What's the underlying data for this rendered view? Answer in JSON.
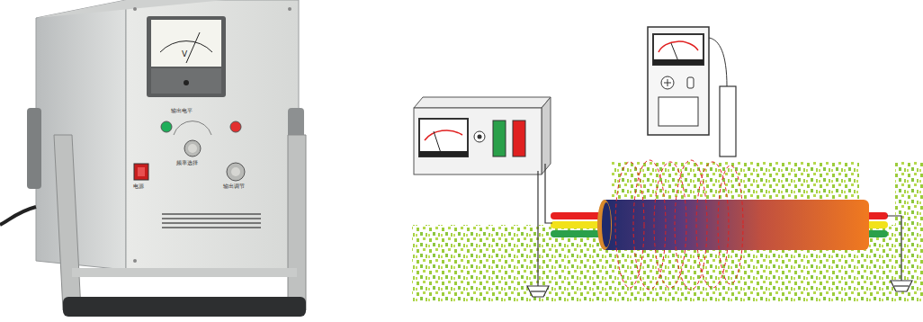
{
  "diagram": {
    "labels": [
      "V",
      "输出电平",
      "频率选择",
      "电源",
      "输出调节"
    ]
  }
}
